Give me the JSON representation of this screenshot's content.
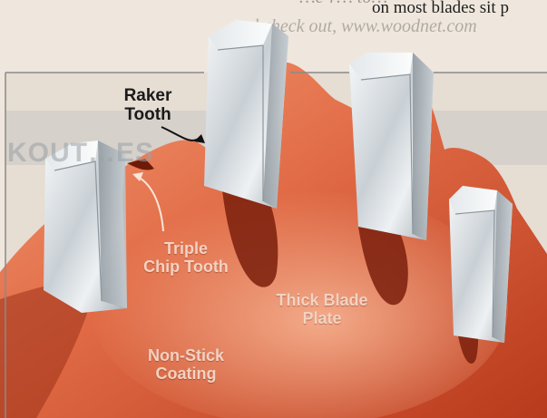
{
  "diagram": {
    "labels": {
      "raker_line1": "Raker",
      "raker_line2": "Tooth",
      "triple_line1": "Triple",
      "triple_line2": "Chip Tooth",
      "plate_line1": "Thick Blade",
      "plate_line2": "Plate",
      "coating_line1": "Non-Stick",
      "coating_line2": "Coating"
    },
    "background_text": {
      "top_caption": "on most blades sit p",
      "faded_line1": "…e-r… to…",
      "faded_line2": "and check out, www.woodnet.com",
      "banner": "KOUT…ES"
    },
    "colors": {
      "blade_light": "#ef8a64",
      "blade_dark": "#b83a1c",
      "steel_light": "#f4f6f7",
      "steel_dark": "#9aa3aa",
      "page_bg": "#efe7dd",
      "frame": "#8a8a8a"
    }
  }
}
